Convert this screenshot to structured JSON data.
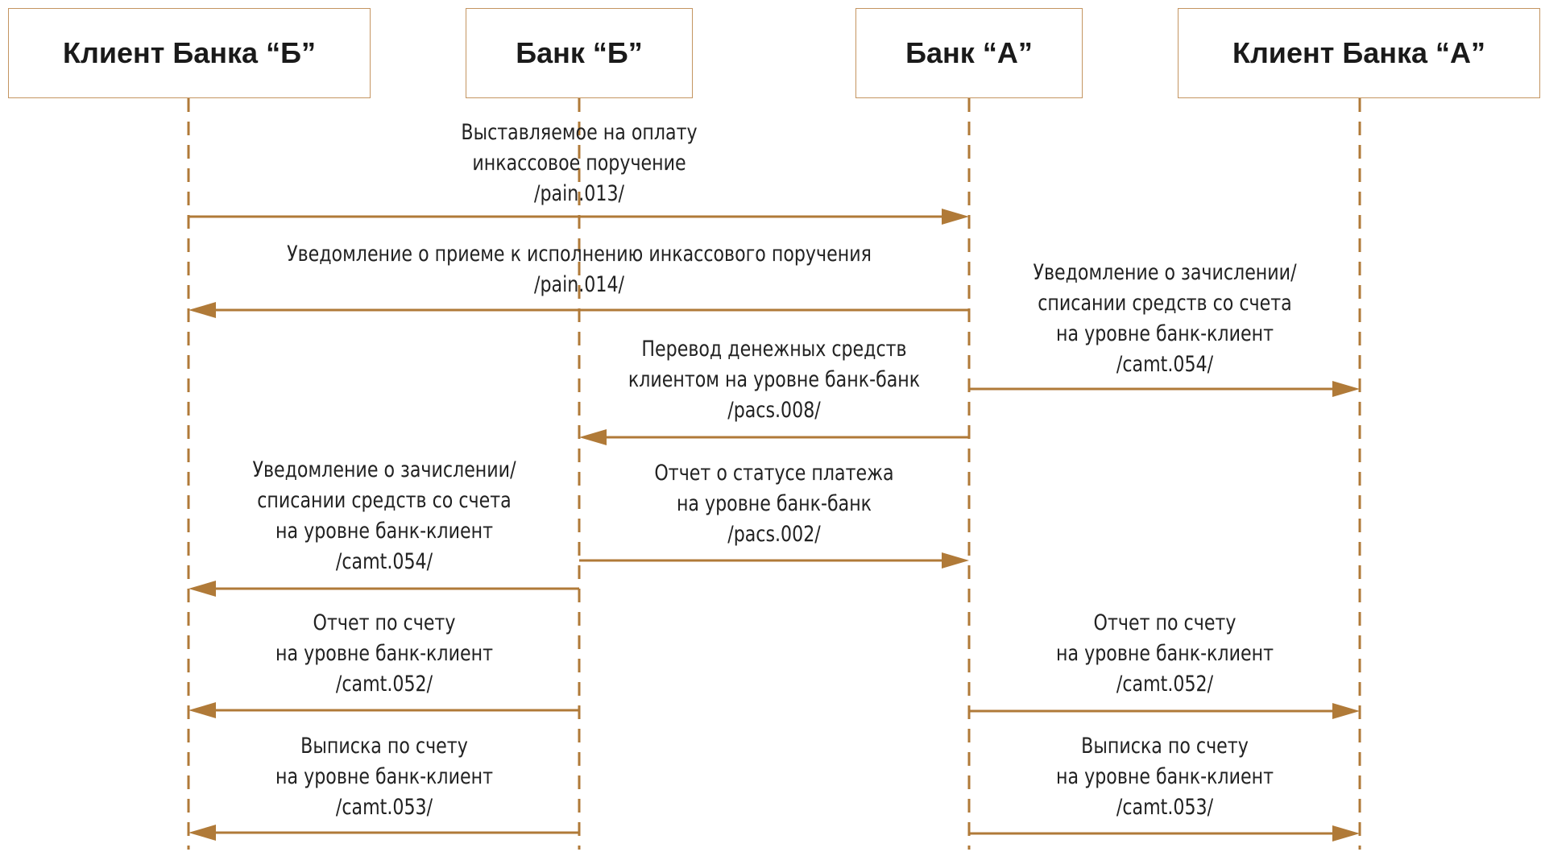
{
  "colors": {
    "line": "#b07a38",
    "box_border": "#c49561",
    "text": "#222222"
  },
  "actors": [
    {
      "id": "client_b",
      "label": "Клиент Банка “Б”"
    },
    {
      "id": "bank_b",
      "label": "Банк “Б”"
    },
    {
      "id": "bank_a",
      "label": "Банк “А”"
    },
    {
      "id": "client_a",
      "label": "Клиент Банка “А”"
    }
  ],
  "messages": [
    {
      "from": "client_b",
      "to": "bank_a",
      "lines": [
        "Выставляемое на оплату",
        "инкассовое поручение",
        "/pain.013/"
      ]
    },
    {
      "from": "bank_a",
      "to": "client_b",
      "lines": [
        "Уведомление о приеме к исполнению инкассового поручения",
        "/pain.014/"
      ]
    },
    {
      "from": "bank_a",
      "to": "client_a",
      "lines": [
        "Уведомление о зачислении/",
        "списании средств со счета",
        "на уровне банк-клиент",
        "/camt.054/"
      ]
    },
    {
      "from": "bank_a",
      "to": "bank_b",
      "lines": [
        "Перевод денежных средств",
        "клиентом на уровне банк-банк",
        "/pacs.008/"
      ]
    },
    {
      "from": "bank_b",
      "to": "bank_a",
      "lines": [
        "Отчет о статусе платежа",
        "на уровне банк-банк",
        "/pacs.002/"
      ]
    },
    {
      "from": "bank_b",
      "to": "client_b",
      "lines": [
        "Уведомление о зачислении/",
        "списании средств со счета",
        "на уровне банк-клиент",
        "/camt.054/"
      ]
    },
    {
      "from": "bank_b",
      "to": "client_b",
      "lines": [
        "Отчет по счету",
        "на уровне банк-клиент",
        "/camt.052/"
      ]
    },
    {
      "from": "bank_a",
      "to": "client_a",
      "lines": [
        "Отчет по счету",
        "на уровне банк-клиент",
        "/camt.052/"
      ]
    },
    {
      "from": "bank_b",
      "to": "client_b",
      "lines": [
        "Выписка по счету",
        "на уровне банк-клиент",
        "/camt.053/"
      ]
    },
    {
      "from": "bank_a",
      "to": "client_a",
      "lines": [
        "Выписка по счету",
        "на уровне банк-клиент",
        "/camt.053/"
      ]
    }
  ]
}
